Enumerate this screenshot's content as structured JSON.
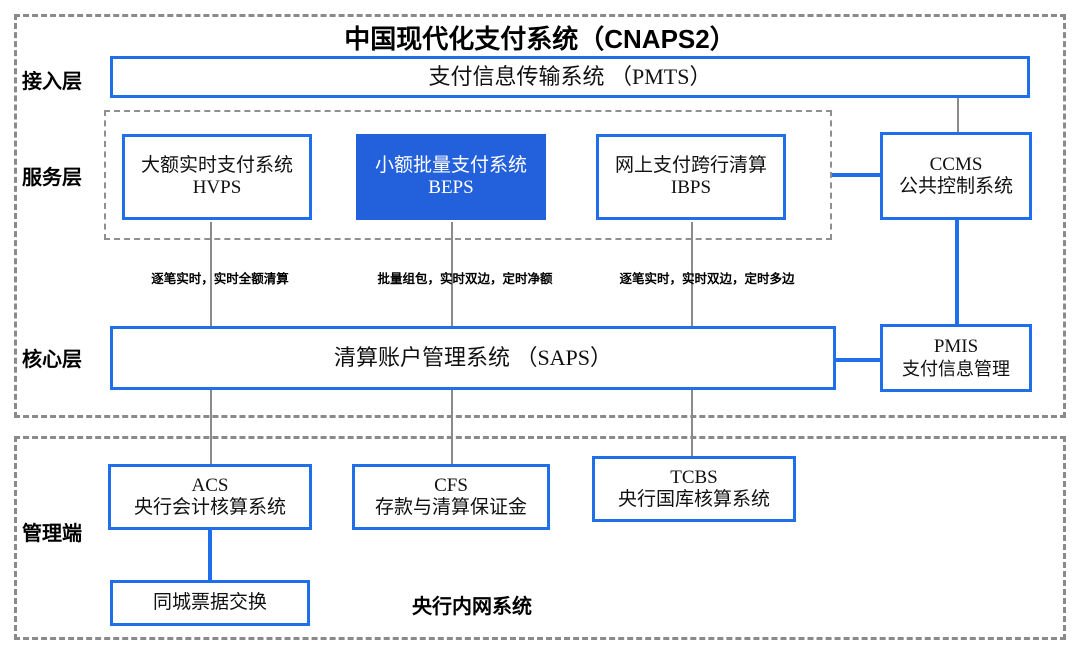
{
  "title": "中国现代化支付系统（CNAPS2）",
  "layers": [
    {
      "label": "接入层"
    },
    {
      "label": "服务层"
    },
    {
      "label": "核心层"
    },
    {
      "label": "管理端"
    }
  ],
  "access_layer": {
    "box": {
      "line1": "支付信息传输系统 （PMTS）"
    }
  },
  "service_layer": {
    "boxes": [
      {
        "line1": "大额实时支付系统",
        "line2": "HVPS",
        "highlighted": false
      },
      {
        "line1": "小额批量支付系统",
        "line2": "BEPS",
        "highlighted": true
      },
      {
        "line1": "网上支付跨行清算",
        "line2": "IBPS",
        "highlighted": false
      }
    ],
    "side_box": {
      "line1": "CCMS",
      "line2": "公共控制系统"
    }
  },
  "annotations": [
    "逐笔实时，实时全额清算",
    "批量组包，实时双边，定时净额",
    "逐笔实时，实时双边，定时多边"
  ],
  "core_layer": {
    "box": {
      "line1": "清算账户管理系统 （SAPS）"
    },
    "side_box": {
      "line1": "PMIS",
      "line2": "支付信息管理"
    }
  },
  "management": {
    "section_label": "央行内网系统",
    "boxes": [
      {
        "line1": "ACS",
        "line2": "央行会计核算系统"
      },
      {
        "line1": "CFS",
        "line2": "存款与清算保证金"
      },
      {
        "line1": "TCBS",
        "line2": "央行国库核算系统"
      }
    ],
    "sub_box": {
      "line1": "同城票据交换"
    }
  },
  "colors": {
    "accent_blue": "#1f6FEB",
    "highlight_fill": "#2360dc",
    "dashed_gray": "#8a8a8a",
    "connector_gray": "#8a8a8a"
  }
}
